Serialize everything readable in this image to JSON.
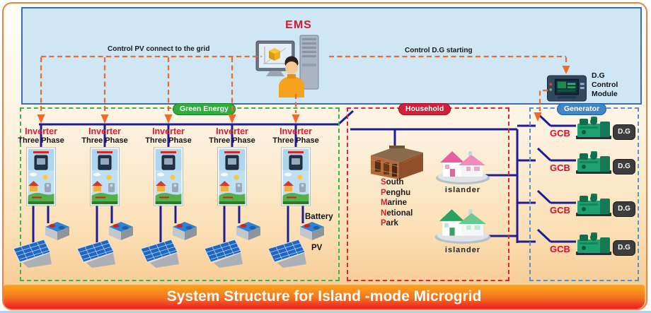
{
  "title_bar": {
    "text": "System Structure for Island -mode Microgrid"
  },
  "ems": {
    "label": "EMS",
    "control_pv": "Control PV connect to the grid",
    "control_dg": "Control D.G starting"
  },
  "dg_module": {
    "line1": "D.G",
    "line2": "Control",
    "line3": "Module"
  },
  "sections": {
    "green_energy": {
      "label": "Green Energy"
    },
    "household": {
      "label": "Household"
    },
    "generator": {
      "label": "Generator"
    }
  },
  "inverters": [
    {
      "title": "Inverter",
      "subtitle": "Three Phase"
    },
    {
      "title": "Inverter",
      "subtitle": "Three Phase"
    },
    {
      "title": "Inverter",
      "subtitle": "Three Phase"
    },
    {
      "title": "Inverter",
      "subtitle": "Three Phase"
    },
    {
      "title": "Inverter",
      "subtitle": "Three Phase"
    }
  ],
  "labels": {
    "battery": "Battery",
    "pv": "PV"
  },
  "park": {
    "lines": [
      {
        "first": "S",
        "rest": "outh"
      },
      {
        "first": "P",
        "rest": "enghu"
      },
      {
        "first": "M",
        "rest": "arine"
      },
      {
        "first": "N",
        "rest": "etional"
      },
      {
        "first": "P",
        "rest": "ark"
      }
    ]
  },
  "houses": [
    {
      "label": "islander"
    },
    {
      "label": "islander"
    }
  ],
  "gcb_rows": [
    {
      "label": "GCB",
      "badge": "D.G"
    },
    {
      "label": "GCB",
      "badge": "D.G"
    },
    {
      "label": "GCB",
      "badge": "D.G"
    },
    {
      "label": "GCB",
      "badge": "D.G"
    }
  ],
  "colors": {
    "accent_red": "#d6192e",
    "bus_blue": "#1d1d96",
    "control_orange": "#f26a2a",
    "green_zone": "#2fae3e",
    "red_zone": "#d41f3a",
    "blue_zone": "#3e86c8",
    "title_gradient_top": "#faa61a",
    "title_gradient_bottom": "#ed1c24"
  }
}
